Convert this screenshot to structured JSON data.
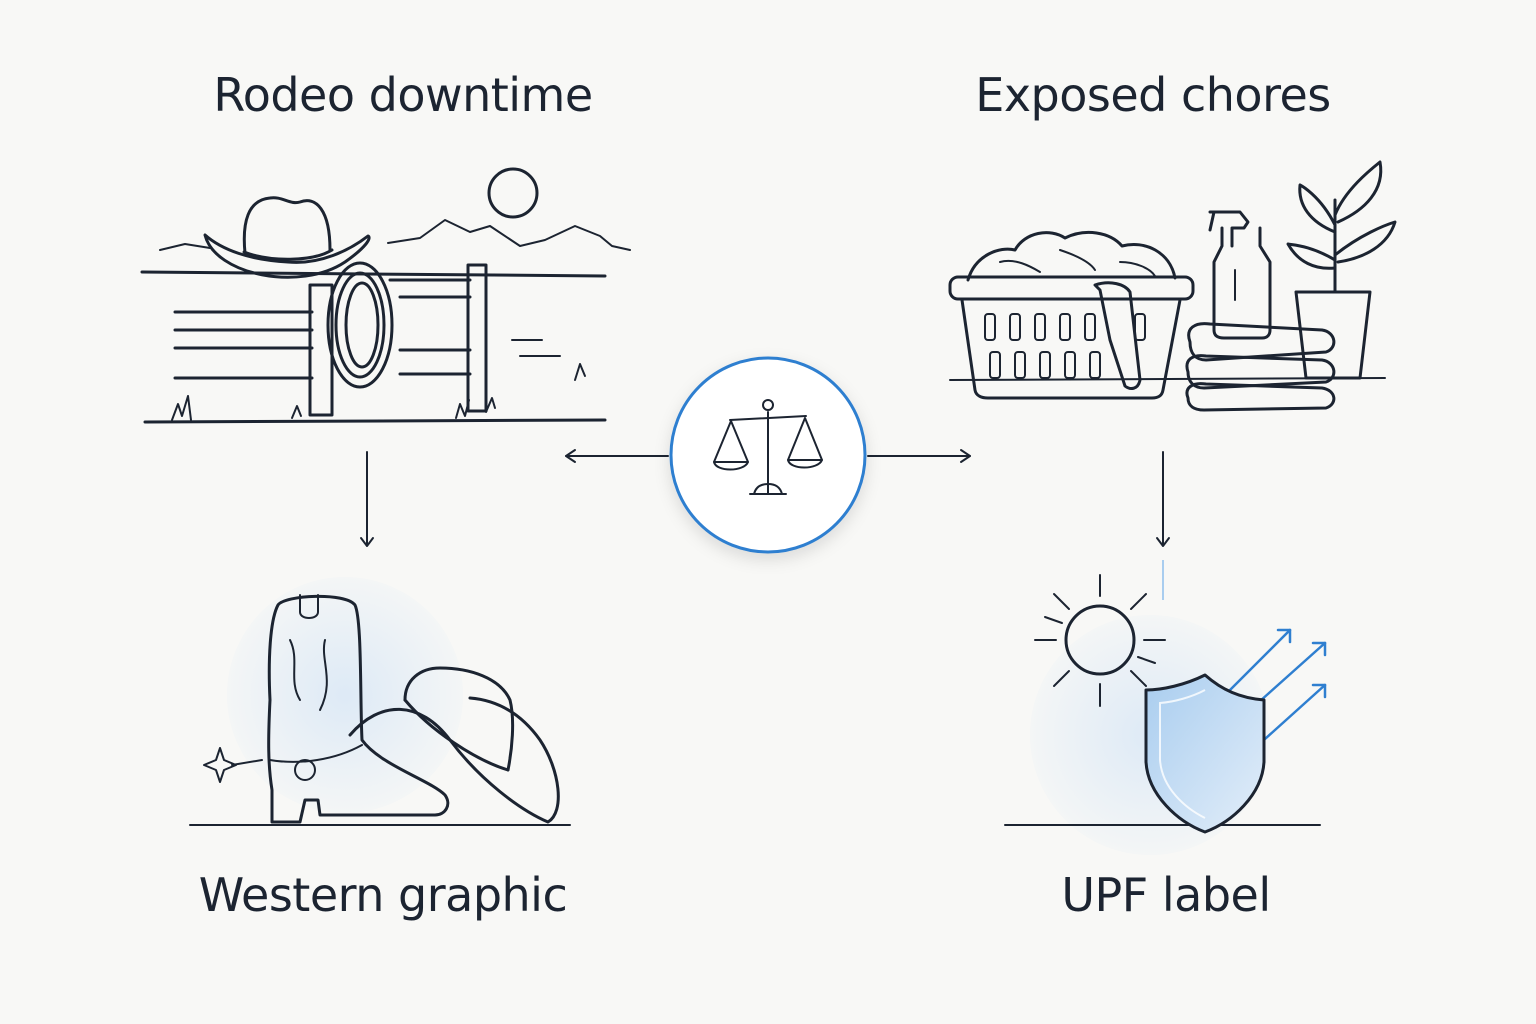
{
  "labels": {
    "top_left": "Rodeo downtime",
    "top_right": "Exposed chores",
    "bottom_left": "Western graphic",
    "bottom_right": "UPF label"
  },
  "icons": {
    "center": "balance-scale-icon",
    "top_left": "ranch-fence-hat-lasso-icon",
    "top_right": "laundry-basket-spray-plant-icon",
    "bottom_left": "cowboy-boot-hat-icon",
    "bottom_right": "sun-shield-icon"
  },
  "colors": {
    "background": "#f8f8f6",
    "ink": "#1c2431",
    "accent": "#2f7fd0",
    "accent_soft": "#dce9f6"
  }
}
